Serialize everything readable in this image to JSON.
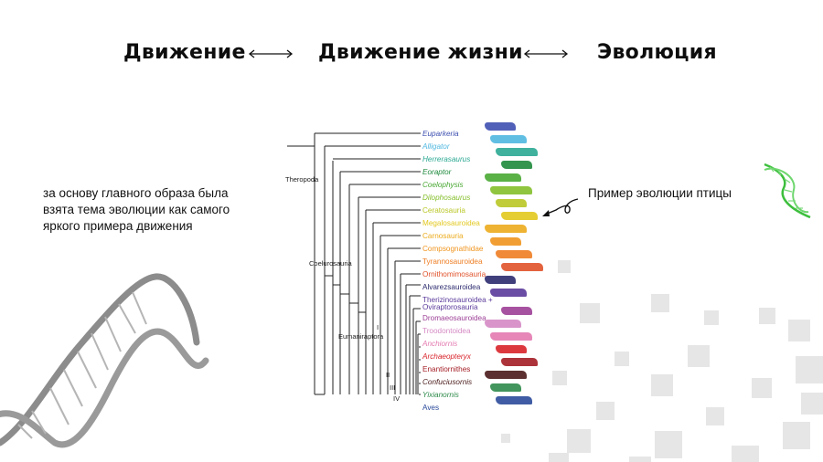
{
  "header": {
    "left": "Движение",
    "center": "Движение жизни",
    "right": "Эволюция"
  },
  "left_text": "за основу главного образа была взята тема эволюции как самого яркого примера движения",
  "right_caption": "Пример эволюции птицы",
  "tree": {
    "clades": {
      "theropoda": "Theropoda",
      "coelurosauria": "Coelurosauria",
      "eumaniraptora": "Eumaniraptora",
      "roman_i": "I",
      "roman_ii": "II",
      "roman_iii": "III",
      "roman_iv": "IV"
    },
    "taxa": [
      {
        "name": "Euparkeria",
        "color": "#3d4fb0",
        "italic": true
      },
      {
        "name": "Alligator",
        "color": "#4fb7e0",
        "italic": true
      },
      {
        "name": "Herrerasaurus",
        "color": "#2aa892",
        "italic": true
      },
      {
        "name": "Eoraptor",
        "color": "#1e8a3c",
        "italic": true
      },
      {
        "name": "Coelophysis",
        "color": "#48a832",
        "italic": true
      },
      {
        "name": "Dilophosaurus",
        "color": "#84bf2a",
        "italic": true
      },
      {
        "name": "Ceratosauria",
        "color": "#b9c624",
        "italic": false
      },
      {
        "name": "Megalosauroidea",
        "color": "#e2c81e",
        "italic": false
      },
      {
        "name": "Carnosauria",
        "color": "#ecab1c",
        "italic": false
      },
      {
        "name": "Compsognathidae",
        "color": "#f0951e",
        "italic": false
      },
      {
        "name": "Tyrannosauroidea",
        "color": "#ee7d22",
        "italic": false
      },
      {
        "name": "Ornithomimosauria",
        "color": "#e0522a",
        "italic": false
      },
      {
        "name": "Alvarezsauroidea",
        "color": "#2b2a6e",
        "italic": false
      },
      {
        "name": "Therizinosauroidea +",
        "color": "#5a3a9a",
        "italic": false
      },
      {
        "name": "Oviraptorosauria",
        "color": "#5a3a9a",
        "italic": false
      },
      {
        "name": "Dromaeosauroidea",
        "color": "#9c3f96",
        "italic": false
      },
      {
        "name": "Troodontoidea",
        "color": "#d58ac4",
        "italic": false
      },
      {
        "name": "Anchiornis",
        "color": "#e37ab0",
        "italic": true
      },
      {
        "name": "Archaeopteryx",
        "color": "#d8232a",
        "italic": true
      },
      {
        "name": "Enantiornithes",
        "color": "#a31d24",
        "italic": false
      },
      {
        "name": "Confuciusornis",
        "color": "#4a1a1a",
        "italic": true
      },
      {
        "name": "Yixianornis",
        "color": "#2e8a4a",
        "italic": true
      },
      {
        "name": "Aves",
        "color": "#2a4a9a",
        "italic": false
      }
    ]
  }
}
